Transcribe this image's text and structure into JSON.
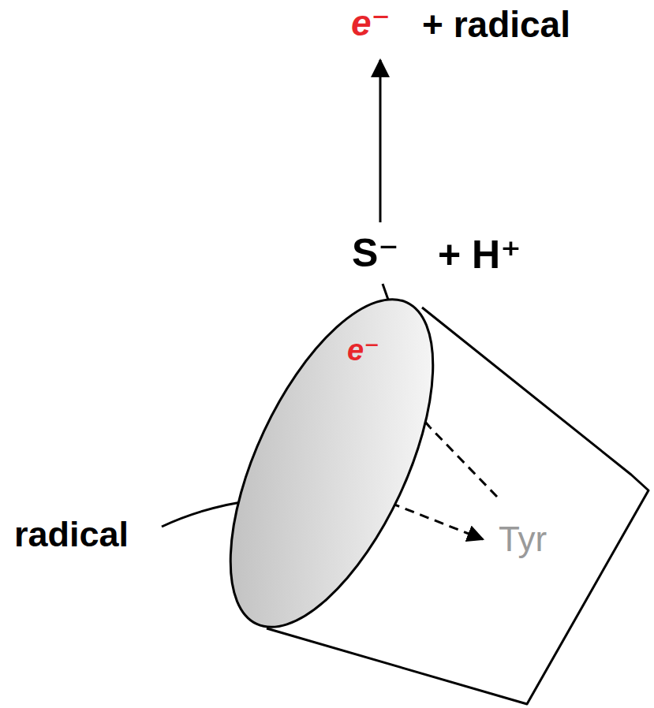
{
  "diagram": {
    "nodes": [
      {
        "text": [
          "e⁻"
        ]
      }
    ],
    "labels": [
      "e⁻",
      "+ radical",
      "S⁻",
      "+ H⁺",
      "radical",
      "Tyr"
    ]
  }
}
